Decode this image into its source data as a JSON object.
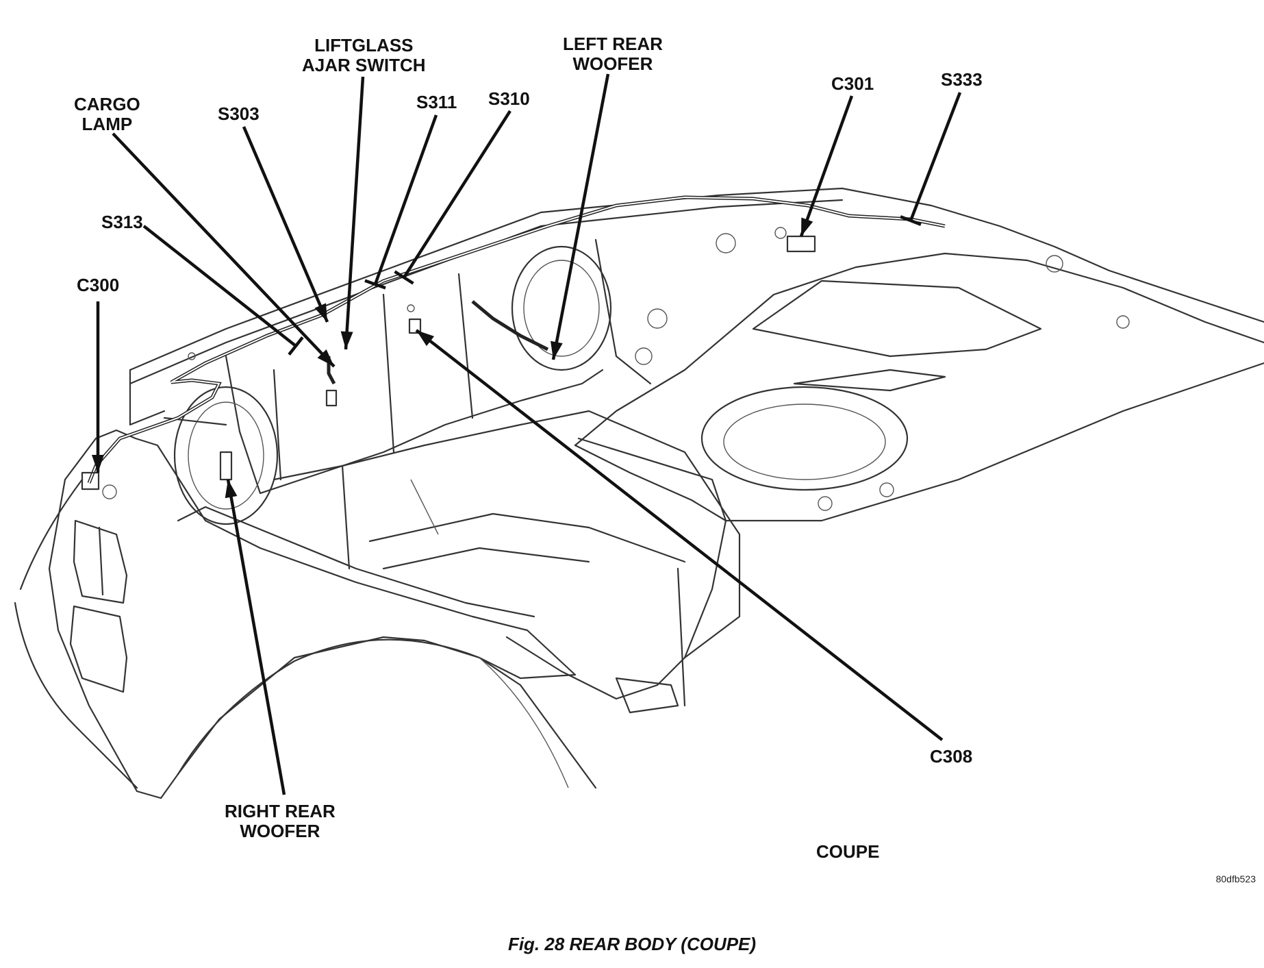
{
  "figure": {
    "caption": "Fig. 28 REAR BODY (COUPE)",
    "view_label": "COUPE",
    "reference_code": "80dfb523"
  },
  "callouts": [
    {
      "id": "liftglass-ajar-switch",
      "lines": [
        "LIFTGLASS",
        "AJAR SWITCH"
      ]
    },
    {
      "id": "left-rear-woofer",
      "lines": [
        "LEFT REAR",
        "WOOFER"
      ]
    },
    {
      "id": "cargo-lamp",
      "lines": [
        "CARGO",
        "LAMP"
      ]
    },
    {
      "id": "s303",
      "lines": [
        "S303"
      ]
    },
    {
      "id": "s311",
      "lines": [
        "S311"
      ]
    },
    {
      "id": "s310",
      "lines": [
        "S310"
      ]
    },
    {
      "id": "c301",
      "lines": [
        "C301"
      ]
    },
    {
      "id": "s333",
      "lines": [
        "S333"
      ]
    },
    {
      "id": "s313",
      "lines": [
        "S313"
      ]
    },
    {
      "id": "c300",
      "lines": [
        "C300"
      ]
    },
    {
      "id": "c308",
      "lines": [
        "C308"
      ]
    },
    {
      "id": "right-rear-woofer",
      "lines": [
        "RIGHT REAR",
        "WOOFER"
      ]
    }
  ]
}
